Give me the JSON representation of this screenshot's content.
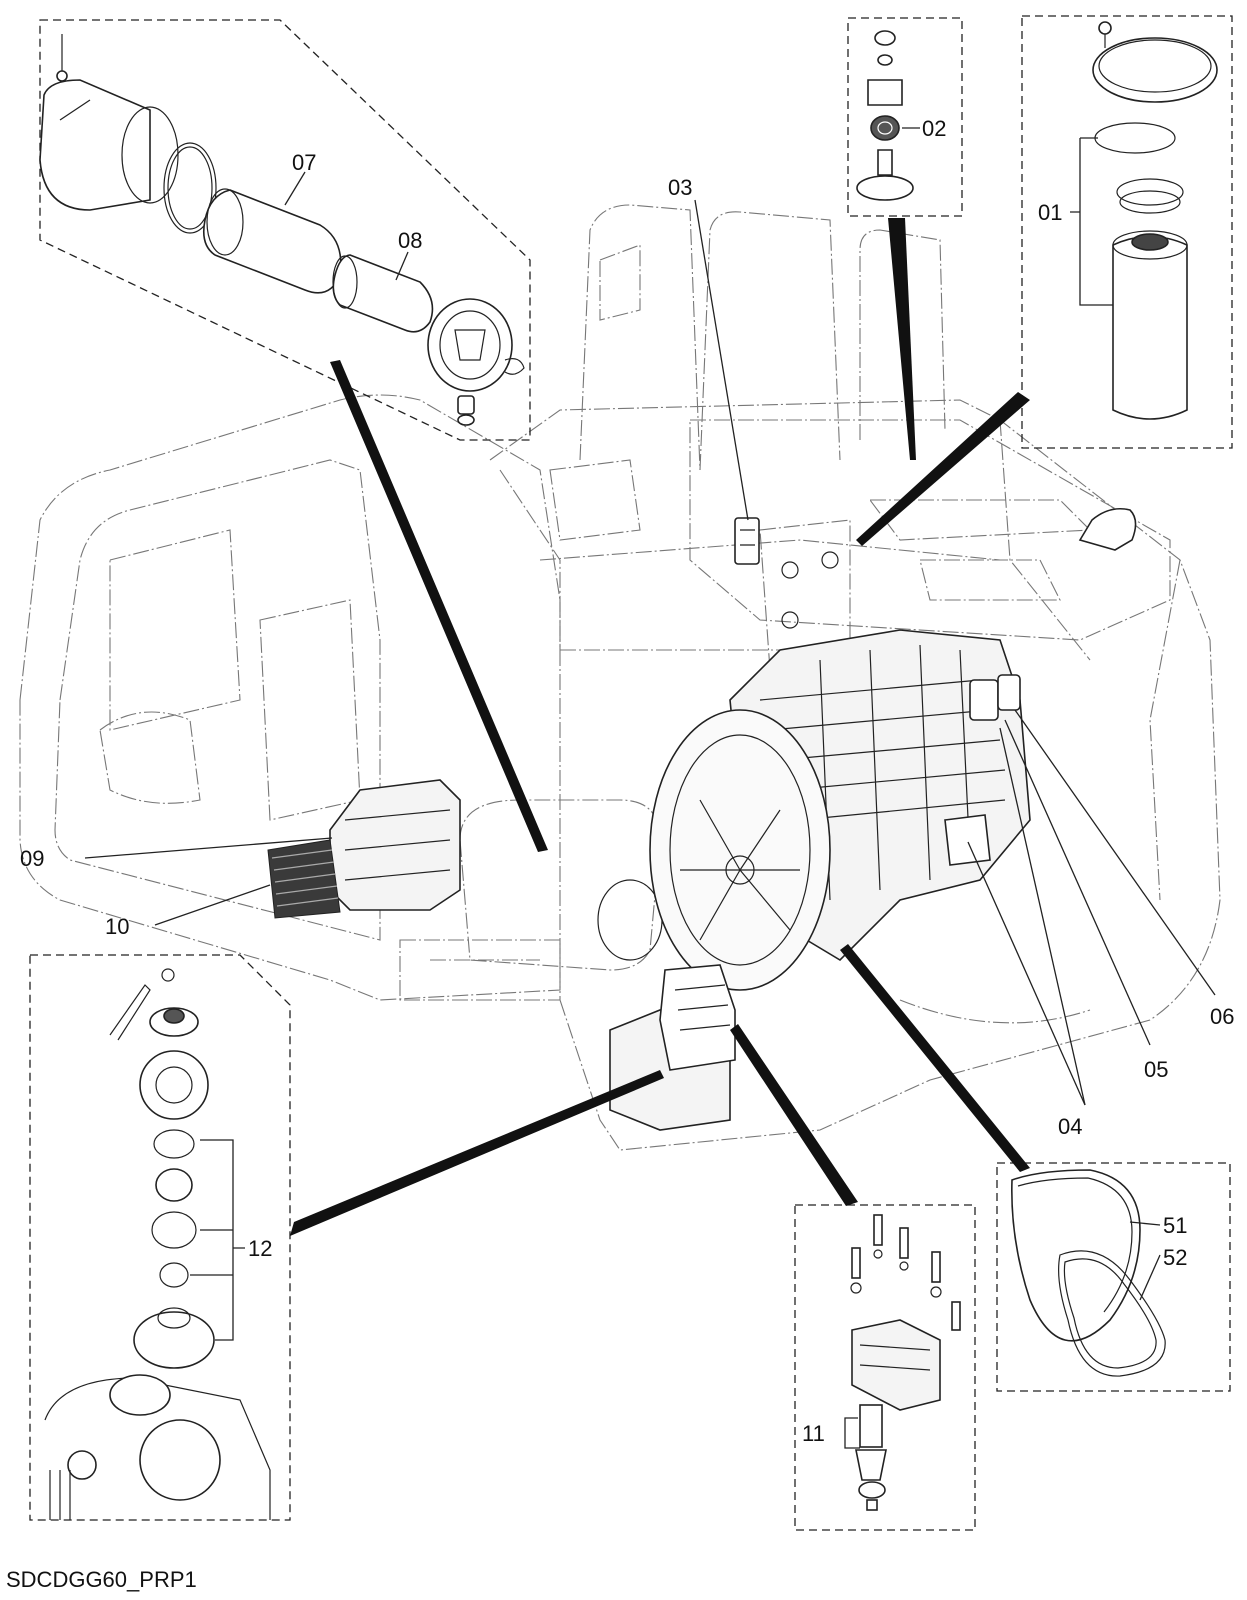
{
  "drawing_id": "SDCDGG60_PRP1",
  "callouts": {
    "c01": "01",
    "c02": "02",
    "c03": "03",
    "c04": "04",
    "c05": "05",
    "c06": "06",
    "c07": "07",
    "c08": "08",
    "c09": "09",
    "c10": "10",
    "c11": "11",
    "c12": "12",
    "c51": "51",
    "c52": "52"
  }
}
